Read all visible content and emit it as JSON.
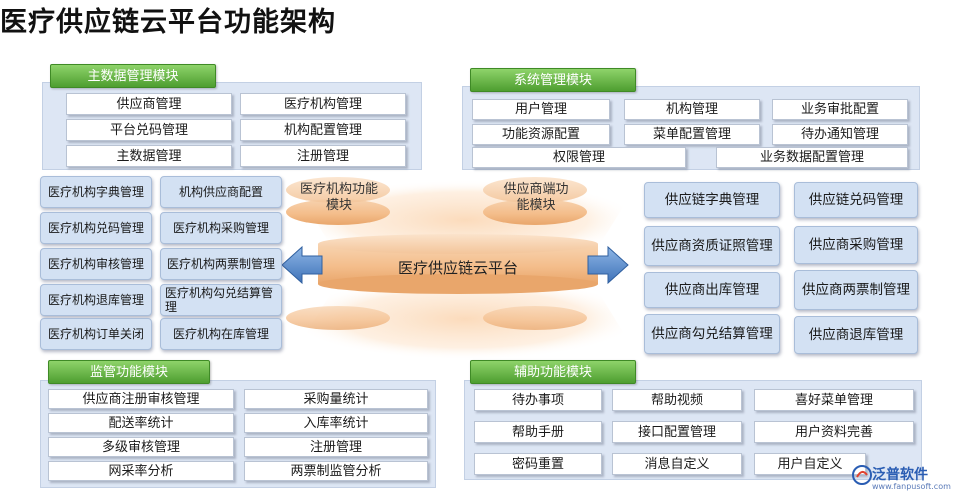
{
  "title": "医疗供应链云平台功能架构",
  "hub": "医疗供应链云平台",
  "hospital_module": "医疗机构功能模块",
  "supplier_module": "供应商端功能模块",
  "master_data": {
    "tag": "主数据管理模块",
    "items": [
      "供应商管理",
      "医疗机构管理",
      "平台兑码管理",
      "机构配置管理",
      "主数据管理",
      "注册管理"
    ]
  },
  "system": {
    "tag": "系统管理模块",
    "items": [
      "用户管理",
      "机构管理",
      "业务审批配置",
      "功能资源配置",
      "菜单配置管理",
      "待办通知管理",
      "权限管理",
      "业务数据配置管理"
    ]
  },
  "hospital_left": [
    "医疗机构字典管理",
    "医疗机构兑码管理",
    "医疗机构审核管理",
    "医疗机构退库管理",
    "医疗机构订单关闭"
  ],
  "hospital_mid": [
    "机构供应商配置",
    "医疗机构采购管理",
    "医疗机构两票制管理",
    "医疗机构勾兑结算管理",
    "医疗机构在库管理"
  ],
  "supplier_left": [
    "供应链字典管理",
    "供应商资质证照管理",
    "供应商出库管理",
    "供应商勾兑结算管理"
  ],
  "supplier_right": [
    "供应链兑码管理",
    "供应商采购管理",
    "供应商两票制管理",
    "供应商退库管理"
  ],
  "supervision": {
    "tag": "监管功能模块",
    "items": [
      "供应商注册审核管理",
      "采购量统计",
      "配送率统计",
      "入库率统计",
      "多级审核管理",
      "注册管理",
      "网采率分析",
      "两票制监管分析"
    ]
  },
  "auxiliary": {
    "tag": "辅助功能模块",
    "items": [
      "待办事项",
      "帮助视频",
      "喜好菜单管理",
      "帮助手册",
      "接口配置管理",
      "用户资料完善",
      "密码重置",
      "消息自定义",
      "用户自定义"
    ]
  },
  "logo": {
    "name": "泛普软件",
    "url": "www.fanpusoft.com"
  },
  "colors": {
    "tag_green": "#4e9e30",
    "panel_blue": "#dde6f4",
    "box_blue": "#d3e1f3",
    "arrow_blue": "#5b8fd0",
    "hub_orange": "#f5c9a0"
  }
}
